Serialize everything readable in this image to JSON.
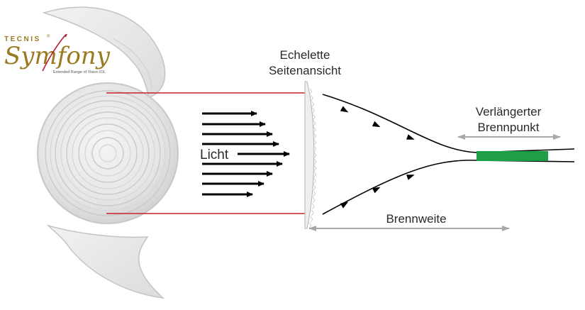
{
  "logo": {
    "brand_top": "TECNIS",
    "registered_mark": "®",
    "brand_script": "Symfony",
    "tagline": "Extended Range of Vision IOL"
  },
  "labels": {
    "echelette_line1": "Echelette",
    "echelette_line2": "Seitenansicht",
    "light": "Licht",
    "extended_focus_line1": "Verlängerter",
    "extended_focus_line2": "Brennpunkt",
    "focal_length": "Brennweite"
  },
  "colors": {
    "beam_lines": "#c8202a",
    "arrows": "#000000",
    "focus_zone": "#1e9e46",
    "dimension_arrows": "#a8a8a8",
    "logo_gold": "#9a7a1e",
    "logo_red": "#b0203a"
  }
}
